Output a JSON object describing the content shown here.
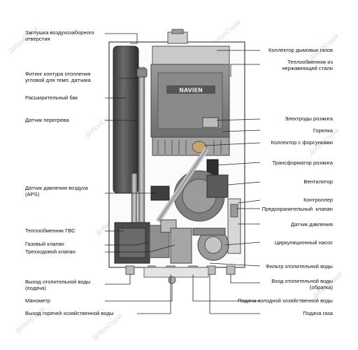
{
  "labels_left": [
    {
      "id": "air-intake-plug",
      "text": "Заглушка воздухозаборного\nотверстия"
    },
    {
      "id": "heating-circuit-fitting",
      "text": "Фитинг контура отопления\nугловой для темп. датчика"
    },
    {
      "id": "expansion-tank",
      "text": "Расширительный бак"
    },
    {
      "id": "overheat-sensor",
      "text": "Датчик перегрева"
    },
    {
      "id": "air-pressure-sensor",
      "text": "Датчик давления воздуха\n(APS)"
    },
    {
      "id": "dhw-heat-exchanger",
      "text": "Теплообменник ГВС"
    },
    {
      "id": "gas-valve",
      "text": "Газовый клапан"
    },
    {
      "id": "three-way-valve",
      "text": "Трехходовой клапан"
    },
    {
      "id": "heating-outlet",
      "text": "Выход отопительной воды\n(подача)"
    },
    {
      "id": "pressure-gauge",
      "text": "Манометр"
    },
    {
      "id": "hot-water-outlet",
      "text": "Выход горячей хозяйственной воды"
    }
  ],
  "labels_right": [
    {
      "id": "flue-collector",
      "text": "Коллектор дымовых газов"
    },
    {
      "id": "stainless-exchanger",
      "text": "Теплообменник из\nнержавеющей стали"
    },
    {
      "id": "ignition-electrodes",
      "text": "Электроды розжига"
    },
    {
      "id": "burner",
      "text": "Горелка"
    },
    {
      "id": "nozzle-manifold",
      "text": "Коллектор с форсунками"
    },
    {
      "id": "ignition-transformer",
      "text": "Трансформатор розжига"
    },
    {
      "id": "fan",
      "text": "Вентилятор"
    },
    {
      "id": "controller",
      "text": "Контроллер"
    },
    {
      "id": "safety-valve",
      "text": "Предохранительный  клапан"
    },
    {
      "id": "pressure-sensor",
      "text": "Датчик давления"
    },
    {
      "id": "circulation-pump",
      "text": "Циркуляционный насос"
    },
    {
      "id": "heating-filter",
      "text": "Фильтр отопительной воды"
    },
    {
      "id": "heating-return",
      "text": "Вход отопительной воды\n(обратка)"
    },
    {
      "id": "cold-water-inlet",
      "text": "Подача холодной хозяйственной воды"
    },
    {
      "id": "gas-inlet",
      "text": "Подача газа"
    }
  ],
  "brand_logo": "NAVIEN",
  "watermark": "ДоброСтрой",
  "colors": {
    "line": "#222222",
    "body_gray": "#8c8c8c",
    "dark": "#3a3a3a",
    "outline": "#555555"
  }
}
